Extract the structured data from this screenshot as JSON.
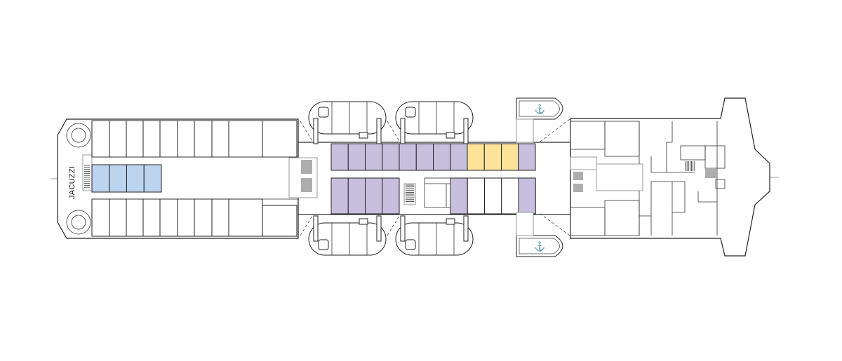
{
  "deck_plan": {
    "labels": {
      "jacuzzi": "JACUZZI"
    },
    "colors": {
      "cabin_purple": "#c8bfdf",
      "cabin_yellow": "#fde39a",
      "cabin_blue": "#bdd4ef",
      "cabin_plain": "#ffffff",
      "outline": "#222222"
    },
    "stern_center_cabins": [
      "blue",
      "blue",
      "blue",
      "blue"
    ],
    "mid_top_cabins": [
      "purple",
      "purple",
      "purple",
      "purple",
      "purple",
      "purple",
      "purple",
      "purple",
      "yellow",
      "yellow",
      "yellow",
      "purple"
    ],
    "mid_bottom_left_cabins": [
      "purple",
      "purple",
      "purple",
      "purple"
    ],
    "mid_bottom_right_cabins": [
      "purple",
      "plain",
      "plain",
      "plain",
      "purple"
    ]
  }
}
